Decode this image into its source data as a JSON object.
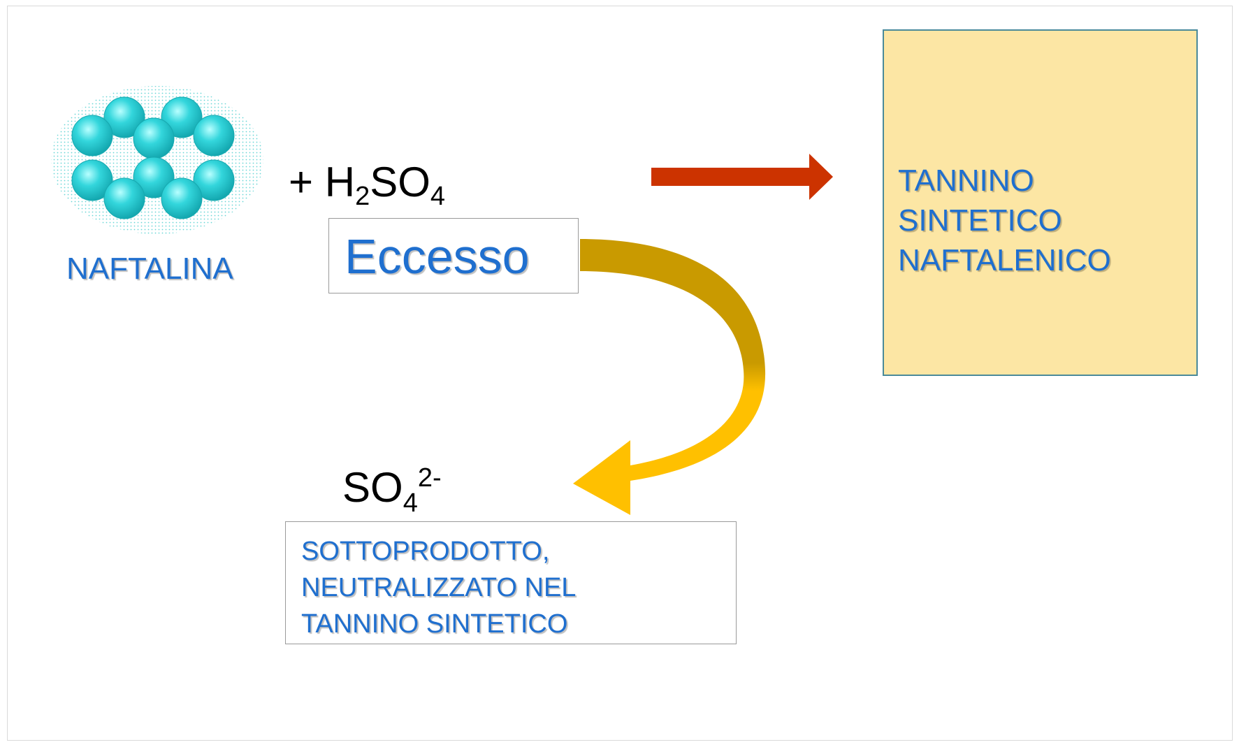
{
  "reactant": {
    "label": "NAFTALINA",
    "icon": "naphthalene-molecule-icon"
  },
  "reagent": {
    "plus": "+ ",
    "h": "H",
    "h_sub": "2",
    "so": "SO",
    "so_sub": "4"
  },
  "excess": {
    "label": "Eccesso"
  },
  "product": {
    "lines": [
      "TANNINO",
      "SINTETICO",
      "NAFTALENICO"
    ]
  },
  "byproduct_ion": {
    "so": "SO",
    "sub": "4",
    "sup": "2-"
  },
  "byproduct": {
    "lines": [
      "SOTTOPRODOTTO,",
      "NEUTRALIZZATO NEL",
      "TANNINO SINTETICO"
    ]
  },
  "colors": {
    "accent_text": "#1f6fcf",
    "product_fill": "#fce6a4",
    "reaction_arrow": "#cc3300",
    "curved_arrow_top": "#c99a00",
    "curved_arrow_bottom": "#ffc000",
    "atom": "#2fd0d8"
  }
}
